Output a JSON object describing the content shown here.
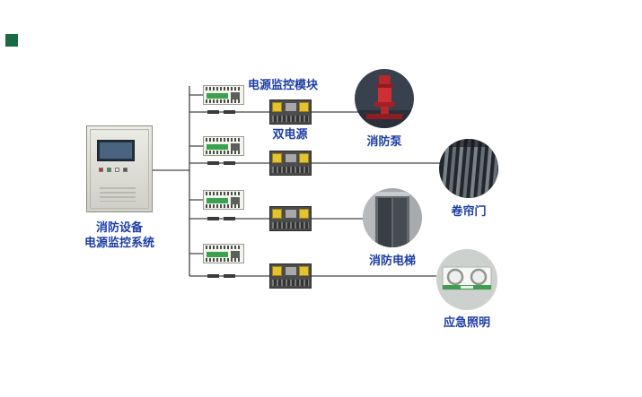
{
  "cabinet": {
    "label_line1": "消防设备",
    "label_line2": "电源监控系统"
  },
  "annotations": {
    "module_label": "电源监控模块",
    "ats_label": "双电源"
  },
  "loads": [
    {
      "name": "消防泵",
      "icon": "fire-pump-photo"
    },
    {
      "name": "卷帘门",
      "icon": "roller-shutter-photo"
    },
    {
      "name": "消防电梯",
      "icon": "fire-elevator-photo"
    },
    {
      "name": "应急照明",
      "icon": "emergency-light-photo"
    }
  ],
  "colors": {
    "label_blue": "#1d3da6",
    "wire": "#444444",
    "module_green": "#3aa14e",
    "ats_yellow": "#e3c32f",
    "corner_green": "#1a6b45",
    "pump_red": "#cd2f34"
  }
}
